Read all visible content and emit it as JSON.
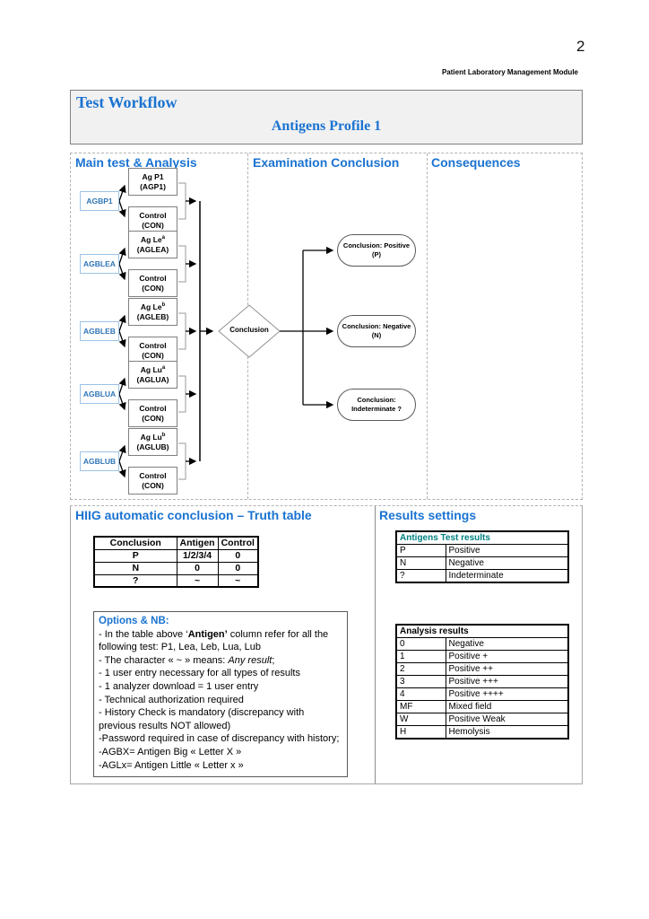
{
  "colors": {
    "accent": "#1a73d1",
    "testblue": "#2E75B6",
    "testborder": "#9DC3E6",
    "teal": "#008080"
  },
  "page": {
    "number": "2",
    "module_label": "Patient Laboratory Management Module"
  },
  "title": {
    "main": "Test Workflow",
    "subtitle": "Antigens Profile 1"
  },
  "flow": {
    "columns": [
      "Main test & Analysis",
      "Examination Conclusion",
      "Consequences"
    ],
    "groups": [
      {
        "test": "AGBP1",
        "ag_line1": "Ag P1",
        "ag_sup": "",
        "ag_line2": "(AGP1)",
        "ctrl_line1": "Control",
        "ctrl_line2": "(CON)"
      },
      {
        "test": "AGBLEA",
        "ag_line1": "Ag Le",
        "ag_sup": "a",
        "ag_line2": "(AGLEA)",
        "ctrl_line1": "Control",
        "ctrl_line2": "(CON)"
      },
      {
        "test": "AGBLEB",
        "ag_line1": "Ag Le",
        "ag_sup": "b",
        "ag_line2": "(AGLEB)",
        "ctrl_line1": "Control",
        "ctrl_line2": "(CON)"
      },
      {
        "test": "AGBLUA",
        "ag_line1": "Ag Lu",
        "ag_sup": "a",
        "ag_line2": "(AGLUA)",
        "ctrl_line1": "Control",
        "ctrl_line2": "(CON)"
      },
      {
        "test": "AGBLUB",
        "ag_line1": "Ag Lu",
        "ag_sup": "b",
        "ag_line2": "(AGLUB)",
        "ctrl_line1": "Control",
        "ctrl_line2": "(CON)"
      }
    ],
    "decision": "Conclusion",
    "outcomes": [
      {
        "line1": "Conclusion: Positive",
        "line2": "(P)"
      },
      {
        "line1": "Conclusion: Negative",
        "line2": "(N)"
      },
      {
        "line1": "Conclusion:",
        "line2": "Indeterminate ?"
      }
    ]
  },
  "truth": {
    "heading": "HIIG automatic conclusion – Truth table",
    "headers": [
      "Conclusion",
      "Antigen",
      "Control"
    ],
    "rows": [
      [
        "P",
        "1/2/3/4",
        "0"
      ],
      [
        "N",
        "0",
        "0"
      ],
      [
        "?",
        "~",
        "~"
      ]
    ]
  },
  "options": {
    "title": "Options & NB:",
    "l1_pre": "- In the table above ‘",
    "l1_bold": "Antigen’",
    "l1_post": " column refer for all the following test: P1, Lea, Leb, Lua, Lub",
    "l2_pre": "- The character « ~ » means: ",
    "l2_italic": "Any result",
    "l2_post": ";",
    "l3": "- 1 user entry necessary for all types of results",
    "l4": "- 1 analyzer download = 1 user entry",
    "l5": "- Technical authorization required",
    "l6": "- History Check is mandatory (discrepancy with previous results NOT allowed)",
    "l7": "-Password required in case of discrepancy with history;",
    "l8": "-AGBX= Antigen Big « Letter X »",
    "l9": "-AGLx= Antigen Little « Letter x »"
  },
  "results": {
    "heading": "Results settings",
    "antigens": {
      "header": "Antigens Test results",
      "rows": [
        [
          "P",
          "Positive"
        ],
        [
          "N",
          "Negative"
        ],
        [
          "?",
          "Indeterminate"
        ]
      ]
    },
    "analysis": {
      "header": "Analysis results",
      "rows": [
        [
          "0",
          "Negative"
        ],
        [
          "1",
          "Positive +"
        ],
        [
          "2",
          "Positive ++"
        ],
        [
          "3",
          "Positive +++"
        ],
        [
          "4",
          "Positive ++++"
        ],
        [
          "MF",
          "Mixed field"
        ],
        [
          "W",
          "Positive Weak"
        ],
        [
          "H",
          "Hemolysis"
        ]
      ]
    }
  }
}
